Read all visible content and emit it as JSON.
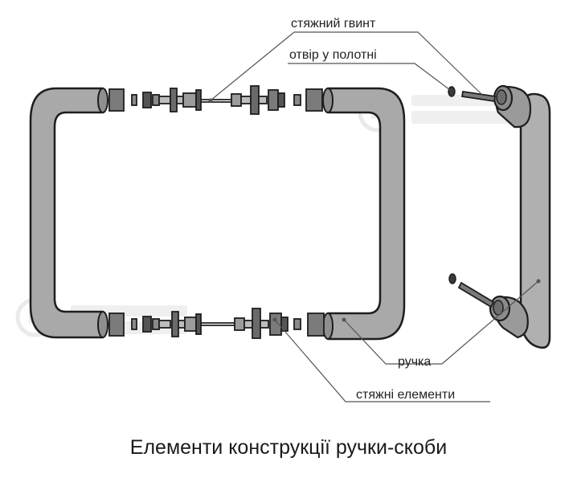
{
  "labels": {
    "tie_screw": "стяжний гвинт",
    "door_hole": "отвір у полотні",
    "handle": "ручка",
    "tie_elements": "стяжні елементи"
  },
  "caption": "Елементи конструкції ручки-скоби",
  "colors": {
    "handle_fill": "#a8a8a8",
    "handle_stroke": "#1e1e1e",
    "part_fill": "#7a7a7a",
    "leader": "#555555"
  }
}
